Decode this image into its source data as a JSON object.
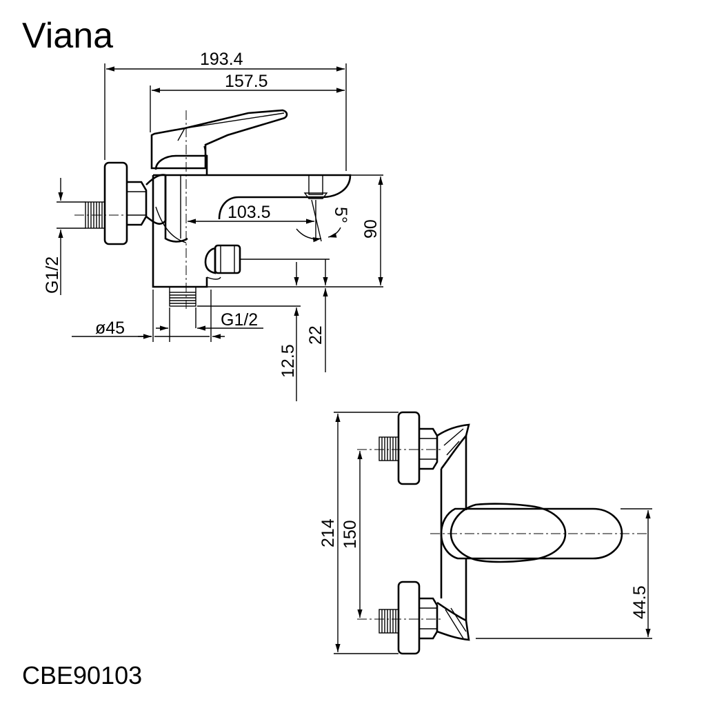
{
  "title": "Viana",
  "model": "CBE90103",
  "dimensions": {
    "overall_length": "193.4",
    "body_length": "157.5",
    "spout_length": "103.5",
    "angle": "5°",
    "height": "90",
    "inlet_thread": "G1/2",
    "body_diameter": "ø45",
    "outlet_thread": "G1/2",
    "outlet_offset": "22",
    "outlet_height": "12.5",
    "overall_width": "214",
    "inlet_spacing": "150",
    "spout_offset": "44.5"
  }
}
